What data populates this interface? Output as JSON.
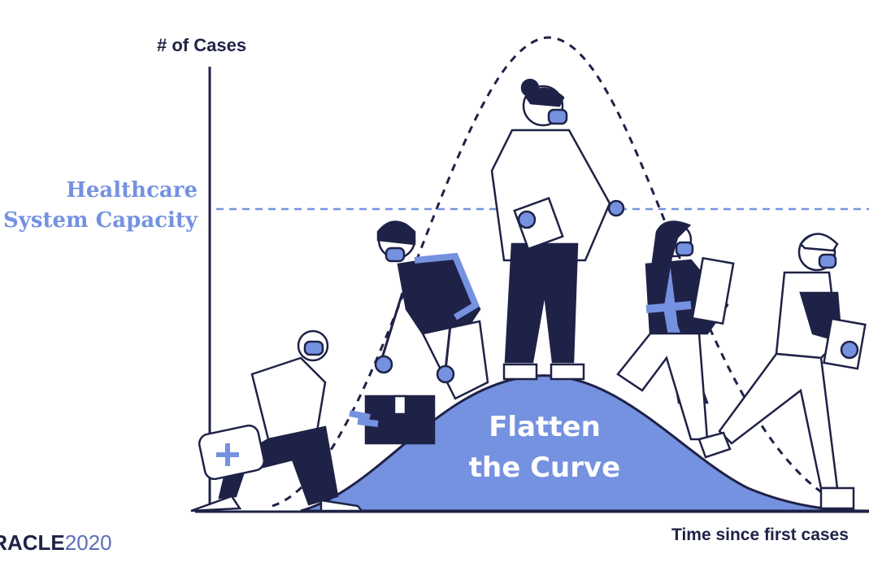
{
  "y_axis_label": "# of Cases",
  "x_axis_label": "Time since first cases",
  "capacity_label": [
    "Healthcare",
    "System Capacity"
  ],
  "curve_label": [
    "Flatten",
    "the Curve"
  ],
  "logo": {
    "brand": "ORACLE",
    "year": "2020"
  },
  "colors": {
    "navy": "#1f2247",
    "blue": "#7592e0"
  }
}
